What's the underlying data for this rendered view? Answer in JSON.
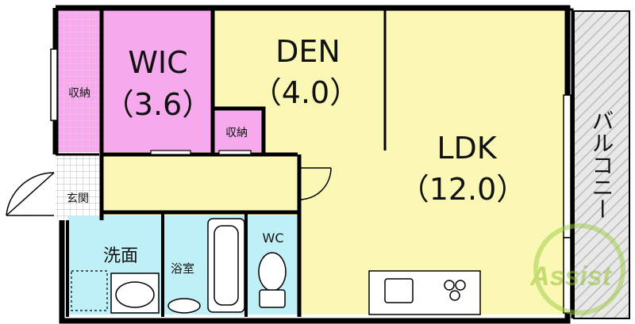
{
  "rooms": {
    "wic": {
      "name": "WIC",
      "size": "（3.6）"
    },
    "den": {
      "name": "DEN",
      "size": "（4.0）"
    },
    "ldk": {
      "name": "LDK",
      "size": "（12.0）"
    },
    "storage_left": {
      "label": "収納"
    },
    "storage_small": {
      "label": "収納"
    },
    "entrance": {
      "label": "玄関"
    },
    "washroom": {
      "label": "洗面"
    },
    "bathroom": {
      "label": "浴室"
    },
    "wc": {
      "label": "WC"
    },
    "balcony": {
      "label": "バルコニー"
    }
  },
  "watermark": {
    "text": "Assist"
  },
  "colors": {
    "ldk": "#fbf8b6",
    "wic": "#f6a9ec",
    "wet_area": "#bff0f7",
    "balcony": "#d9d9d9",
    "wall": "#000000"
  }
}
